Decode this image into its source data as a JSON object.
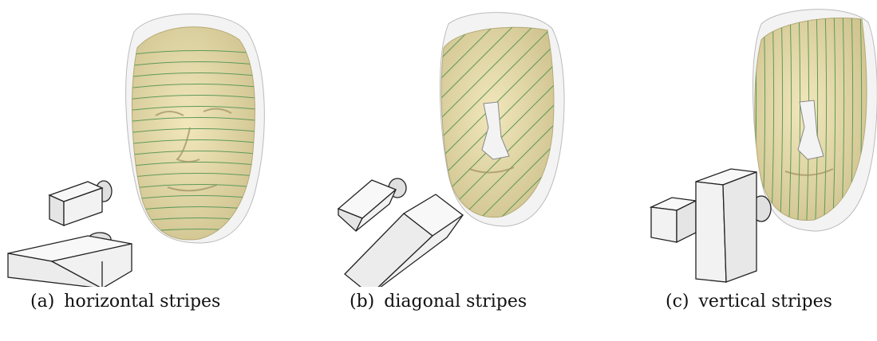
{
  "figure": {
    "panels": [
      {
        "id": "a",
        "label": "(a)",
        "caption": "horizontal stripes",
        "stripe": "horizontal"
      },
      {
        "id": "b",
        "label": "(b)",
        "caption": "diagonal stripes",
        "stripe": "diagonal"
      },
      {
        "id": "c",
        "label": "(c)",
        "caption": "vertical stripes",
        "stripe": "vertical"
      }
    ],
    "colors": {
      "face": "#e9dfae",
      "face_shade": "#c9bd86",
      "stripe": "#5e9a5a",
      "head_shell": "#f3f3f3",
      "box_face": "#f6f6f6",
      "box_side": "#d6d6d6",
      "outline": "#222222"
    }
  }
}
